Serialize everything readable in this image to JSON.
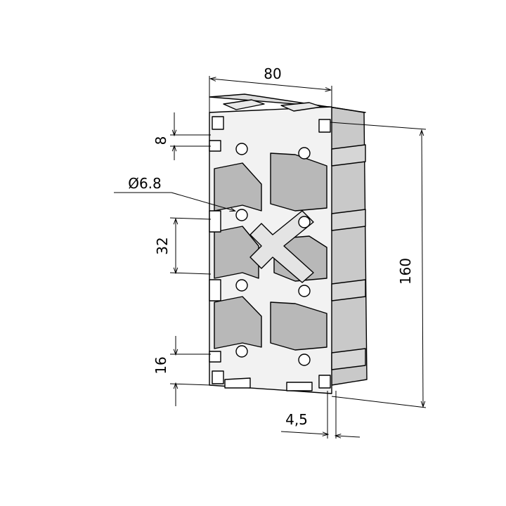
{
  "drawing": {
    "dimensions": {
      "width": "80",
      "height": "160",
      "slot_offset": "8",
      "hole_diameter": "Ø6.8",
      "pitch": "32",
      "edge_offset": "16",
      "slot_width": "4,5"
    }
  },
  "colors": {
    "ink": "#000000",
    "profile_face": "#f2f2f2",
    "profile_side": "#c9c9c9",
    "profile_shadow": "#a8a8a8",
    "background": "#ffffff"
  }
}
